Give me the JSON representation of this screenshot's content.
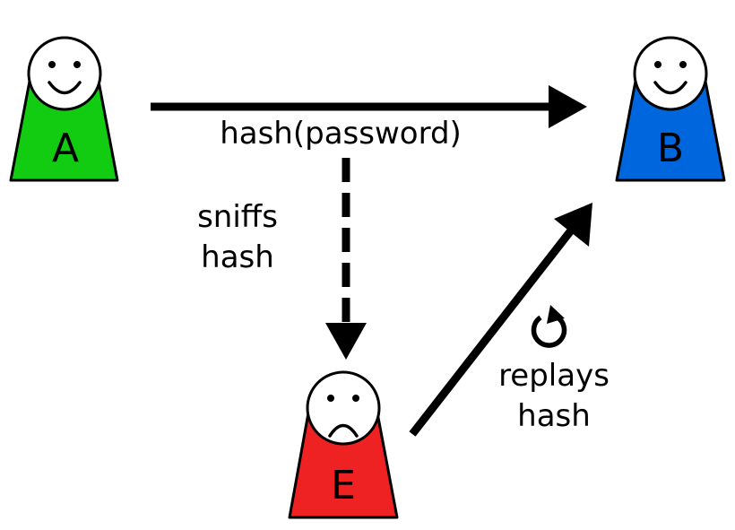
{
  "colors": {
    "person_a": "#11cc11",
    "person_b": "#0066dd",
    "person_e": "#ee2222",
    "stroke": "#000000",
    "face": "#ffffff"
  },
  "people": {
    "a": {
      "letter": "A",
      "mood": "happy"
    },
    "b": {
      "letter": "B",
      "mood": "happy"
    },
    "e": {
      "letter": "E",
      "mood": "sad"
    }
  },
  "edges": {
    "send": {
      "label": "hash(password)",
      "style": "solid"
    },
    "sniff": {
      "label_line1": "sniffs",
      "label_line2": "hash",
      "style": "dashed"
    },
    "replay": {
      "label_line1": "replays",
      "label_line2": "hash",
      "style": "solid",
      "icon": "replay-circular-arrow-icon"
    }
  }
}
